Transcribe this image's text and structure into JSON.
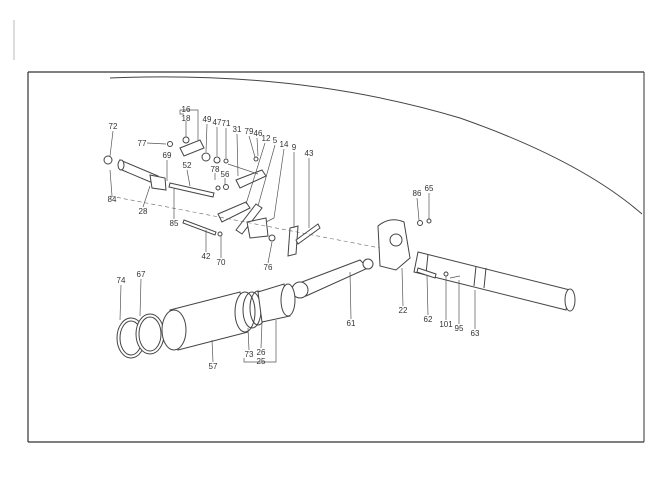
{
  "diagram": {
    "title": "Exploded parts diagram - hydraulic lift shaft and control linkage",
    "callouts": [
      "72",
      "84",
      "77",
      "16",
      "18",
      "49",
      "47",
      "71",
      "31",
      "79",
      "46",
      "12",
      "5",
      "14",
      "9",
      "43",
      "69",
      "52",
      "78",
      "56",
      "28",
      "85",
      "42",
      "70",
      "76",
      "86",
      "65",
      "61",
      "22",
      "62",
      "101",
      "95",
      "63",
      "74",
      "67",
      "57",
      "73",
      "26",
      "25"
    ]
  }
}
